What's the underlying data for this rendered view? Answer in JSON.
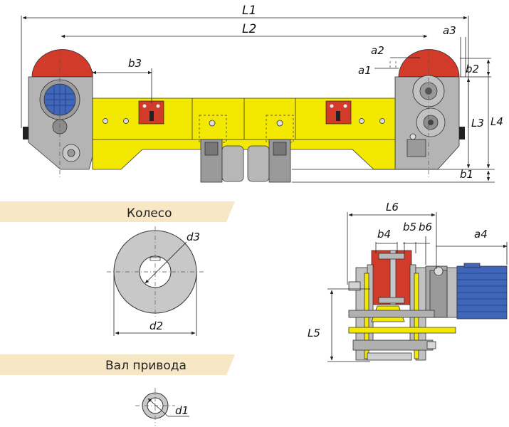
{
  "dimensions": {
    "L1": "L1",
    "L2": "L2",
    "L3": "L3",
    "L4": "L4",
    "L5": "L5",
    "L6": "L6",
    "a1": "a1",
    "a2": "a2",
    "a3": "a3",
    "a4": "a4",
    "b1": "b1",
    "b2": "b2",
    "b3": "b3",
    "b4": "b4",
    "b5": "b5",
    "b6": "b6",
    "d1": "d1",
    "d2": "d2",
    "d3": "d3"
  },
  "sections": {
    "wheel": "Колесо",
    "drive_shaft": "Вал привода"
  },
  "colors": {
    "yellow": "#f2e800",
    "grey": "#b4b4b4",
    "dark_grey": "#8c8c8c",
    "red": "#d23a2a",
    "blue": "#3f66b8",
    "banner": "#f7e7c4"
  }
}
